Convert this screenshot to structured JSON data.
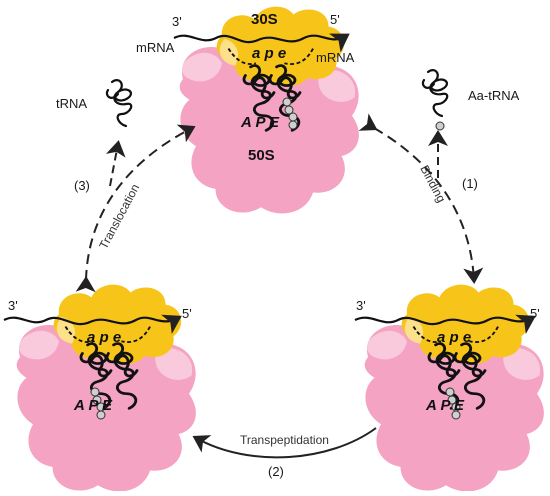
{
  "colors": {
    "small_subunit": "#f7c41a",
    "small_subunit_light": "#fde08a",
    "large_subunit": "#f4a3c2",
    "large_subunit_light": "#f9c9dc",
    "trna": "#111111",
    "amino_acid": "#cfcfcf"
  },
  "top": {
    "small_subunit_label": "30S",
    "large_subunit_label": "50S",
    "mrna_left_end": "3'",
    "mrna_right_end": "5'",
    "mrna_left_label": "mRNA",
    "mrna_right_label": "mRNA",
    "small_sites": "a p e",
    "large_sites": "A P E"
  },
  "left": {
    "mrna_left_end": "3'",
    "mrna_right_end": "5'",
    "small_sites": "a p e",
    "large_sites": "A P E"
  },
  "right": {
    "mrna_left_end": "3'",
    "mrna_right_end": "5'",
    "small_sites": "a p e",
    "large_sites": "A P E"
  },
  "labels": {
    "trna": "tRNA",
    "aa_trna": "Aa-tRNA"
  },
  "steps": {
    "binding": "Binding",
    "binding_number": "(1)",
    "transpeptidation": "Transpeptidation",
    "transpeptidation_number": "(2)",
    "translocation": "Translocation",
    "translocation_number": "(3)"
  }
}
